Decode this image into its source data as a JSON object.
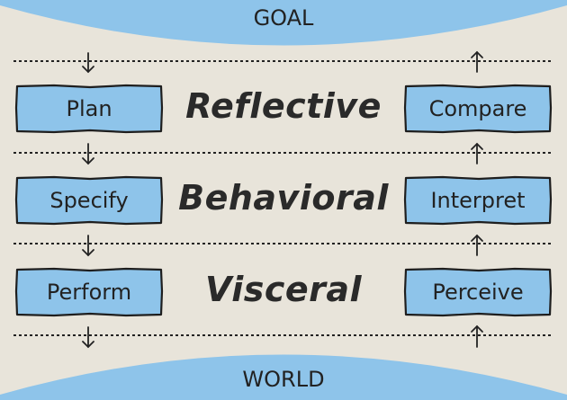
{
  "goal_label": "GOAL",
  "world_label": "WORLD",
  "levels": [
    {
      "name": "Reflective",
      "left": "Plan",
      "right": "Compare"
    },
    {
      "name": "Behavioral",
      "left": "Specify",
      "right": "Interpret"
    },
    {
      "name": "Visceral",
      "left": "Perform",
      "right": "Perceive"
    }
  ],
  "colors": {
    "background": "#e8e4da",
    "cap_blue": "#8ec4ea",
    "box_fill": "#8ec4ea",
    "ink": "#222222"
  },
  "icons": {
    "left_column": "arrow-down-icon",
    "right_column": "arrow-up-icon"
  }
}
